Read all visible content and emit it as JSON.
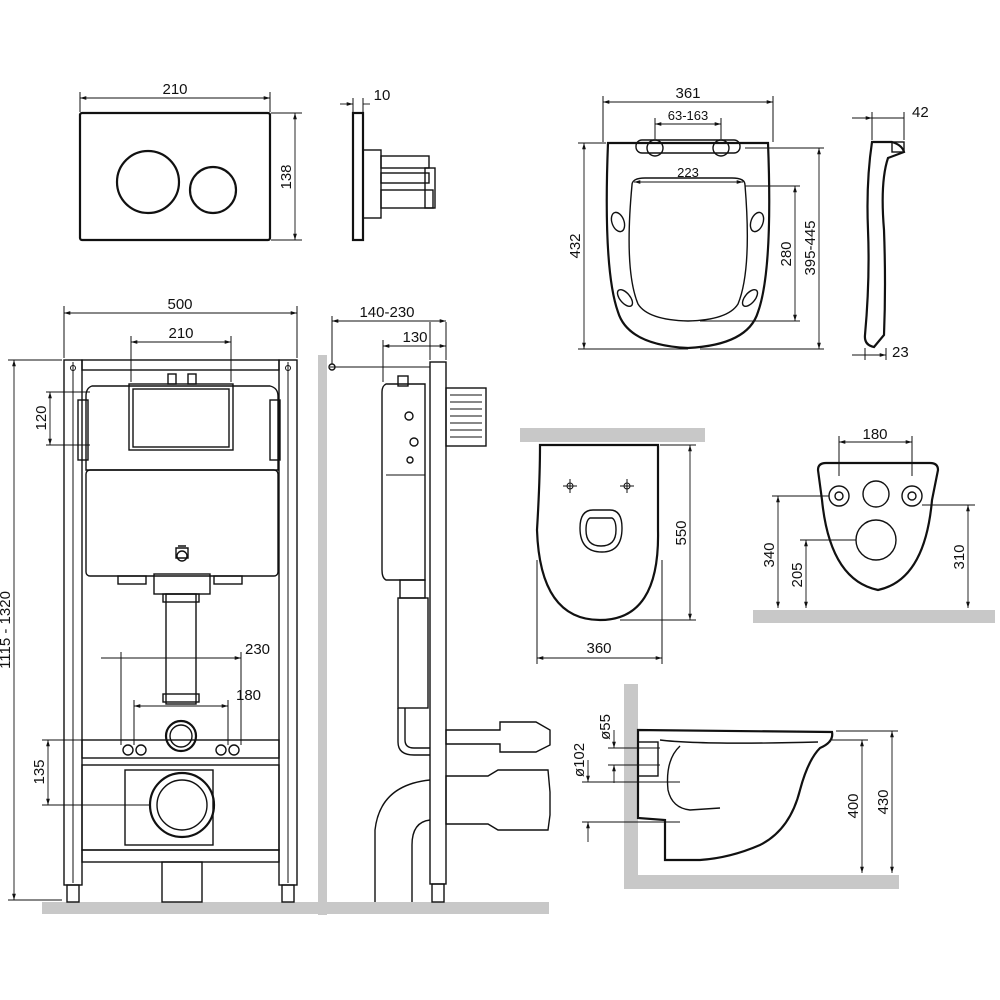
{
  "flush_plate": {
    "width": "210",
    "depth": "10",
    "height": "138"
  },
  "seat": {
    "width": "361",
    "hinge_spacing": "63-163",
    "inner_width": "223",
    "length": "432",
    "inner_length": "280",
    "mount_range": "395-445",
    "side_top": "42",
    "side_bottom": "23"
  },
  "frame": {
    "width": "500",
    "tank_width": "210",
    "tank_offset": "120",
    "total_height": "1115 - 1320",
    "depth_range": "140-230",
    "depth": "130",
    "stud_outer": "230",
    "stud_inner": "180",
    "drain_height": "135"
  },
  "bowl_top": {
    "length": "550",
    "width": "360"
  },
  "bowl_back": {
    "stud_spacing": "180",
    "height_340": "340",
    "height_205": "205",
    "height_310": "310"
  },
  "bowl_side": {
    "pipe_55": "ø55",
    "pipe_102": "ø102",
    "height_400": "400",
    "height_430": "430"
  }
}
